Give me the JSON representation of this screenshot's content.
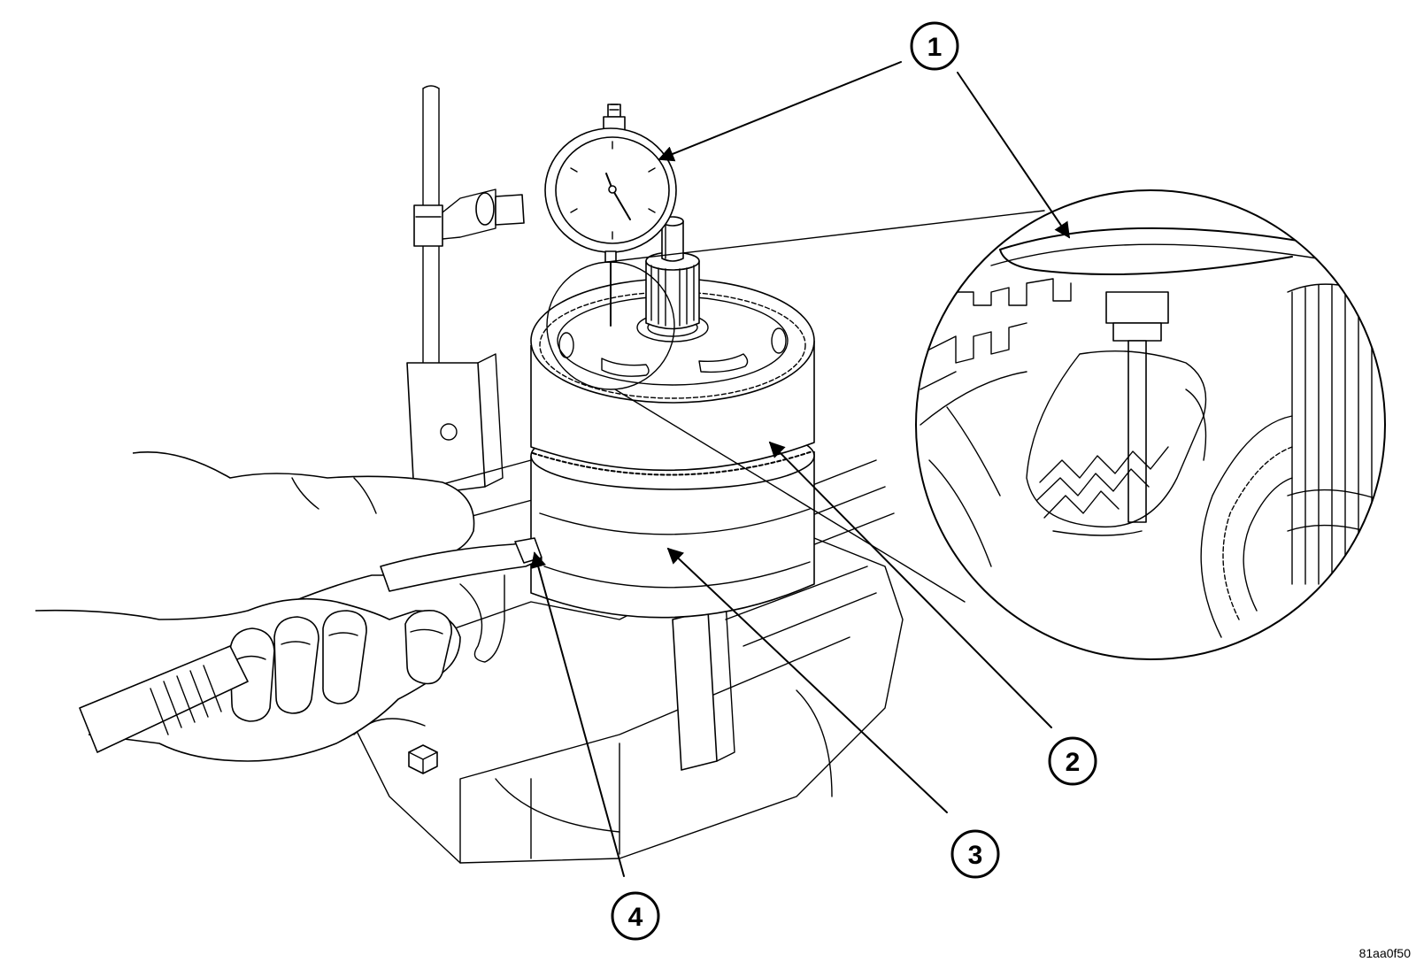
{
  "callouts": [
    {
      "id": "1",
      "label": "1"
    },
    {
      "id": "2",
      "label": "2"
    },
    {
      "id": "3",
      "label": "3"
    },
    {
      "id": "4",
      "label": "4"
    }
  ],
  "figure_code": "81aa0f50"
}
